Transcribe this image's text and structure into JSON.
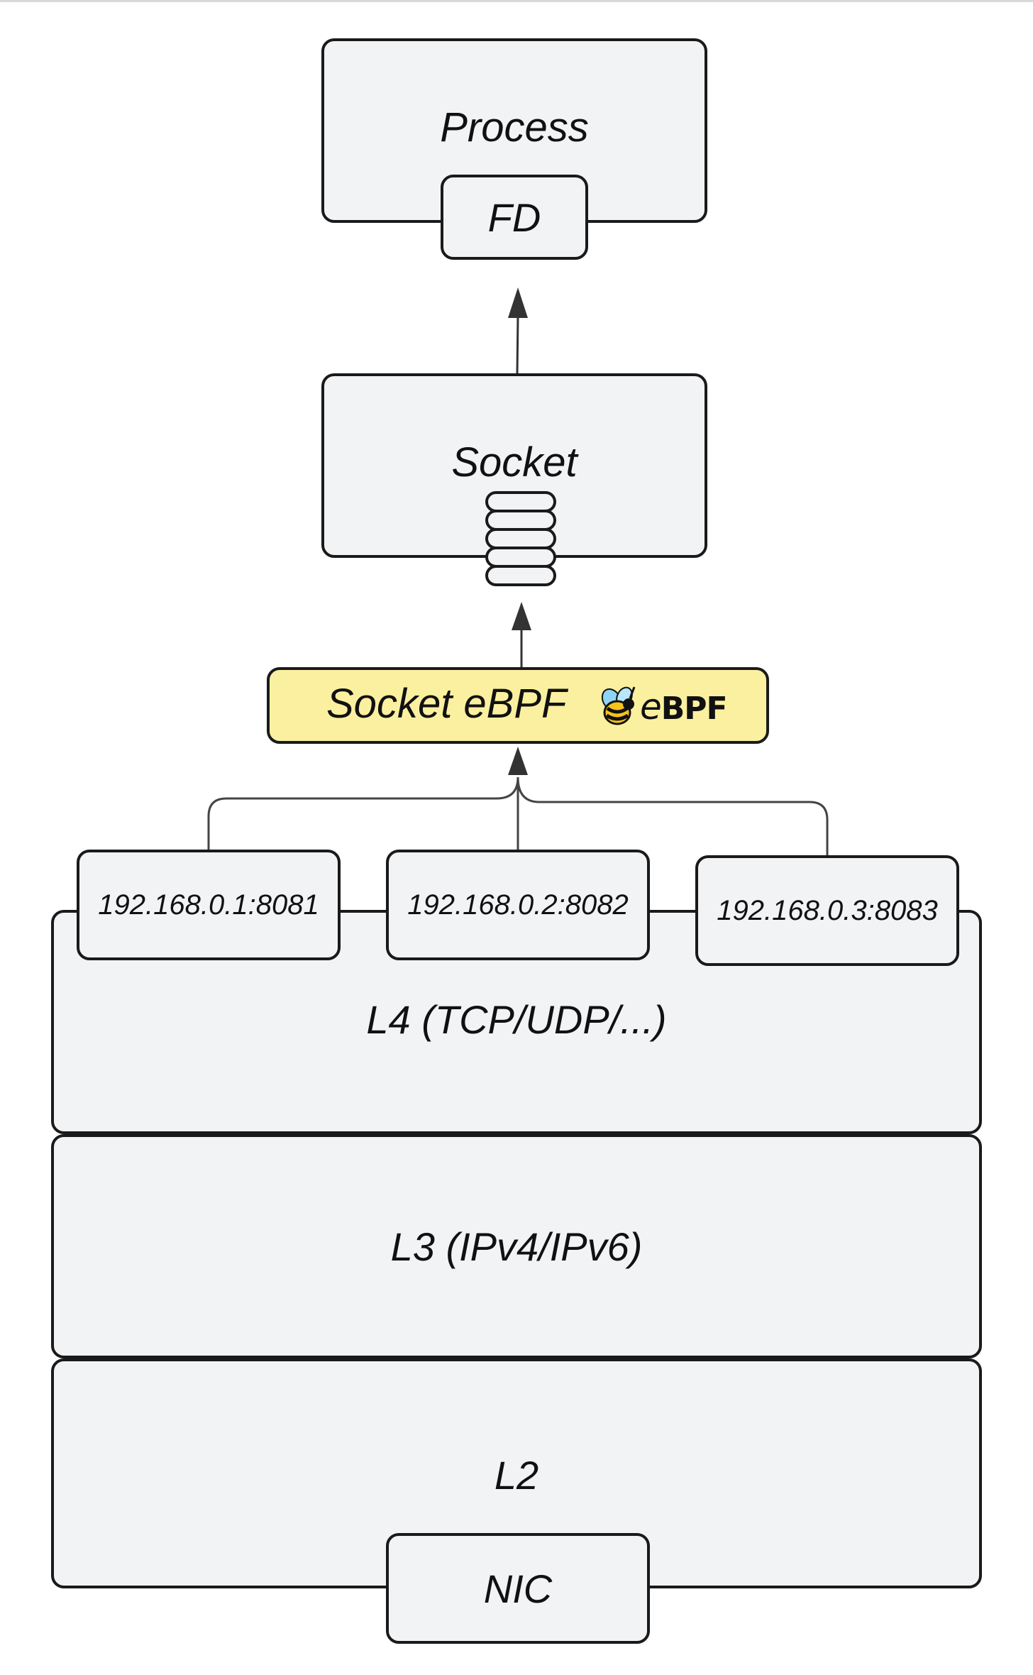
{
  "process": {
    "label": "Process",
    "fd_label": "FD"
  },
  "socket": {
    "label": "Socket"
  },
  "socket_ebpf": {
    "label": "Socket eBPF",
    "logo_prefix": "e",
    "logo_suffix": "BPF"
  },
  "endpoints": [
    "192.168.0.1:8081",
    "192.168.0.2:8082",
    "192.168.0.3:8083"
  ],
  "layers": {
    "l4": "L4 (TCP/UDP/...)",
    "l3": "L3 (IPv4/IPv6)",
    "l2": "L2",
    "nic": "NIC"
  },
  "colors": {
    "box_fill": "#f2f3f5",
    "ebpf_fill": "#fbf0a0",
    "stroke": "#1a1a1a"
  }
}
